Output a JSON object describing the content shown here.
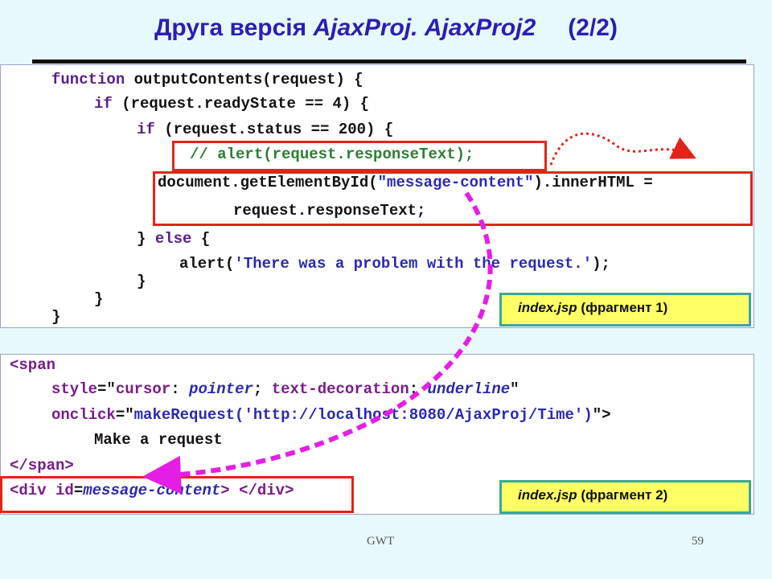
{
  "title": {
    "prefix": "Друга версія",
    "italic1": "AjaxProj.",
    "italic2": "AjaxProj2",
    "suffix": "(2/2)"
  },
  "code1": {
    "line1": {
      "kw": "function",
      "rest": " outputContents(request) {"
    },
    "line2": {
      "kw": "if",
      "rest": " (request.readyState == 4) {"
    },
    "line3": {
      "kw": "if",
      "rest": " (request.status == 200) {"
    },
    "line4": {
      "comment": "// alert(request.responseText);"
    },
    "line5": {
      "pre": "document.getElementById(",
      "str": "\"message-content\"",
      "post": ").innerHTML ="
    },
    "line6": {
      "text": "request.responseText;"
    },
    "line7": {
      "pre": "} ",
      "kw": "else",
      "post": " {"
    },
    "line8": {
      "pre": "alert(",
      "str": "'There was a problem with the request.'",
      "post": ");"
    },
    "line9": "}",
    "line10": "}",
    "line11": "}"
  },
  "label1": {
    "file": "index.jsp",
    "rest": " (фрагмент 1)"
  },
  "code2": {
    "line1": "<span",
    "line2": {
      "attr": "style",
      "eq": "=\"",
      "k1": "cursor",
      "c1": ": ",
      "v1": "pointer",
      "sc": "; ",
      "k2": "text-decoration",
      "c2": ": ",
      "v2": "underline",
      "end": "\""
    },
    "line3": {
      "attr": "onclick",
      "eq": "=\"",
      "val": "makeRequest('http://localhost:8080/AjaxProj/Time')",
      "end": "\">"
    },
    "line4": "Make a request",
    "line5": "</span>",
    "line6": {
      "open": "<div ",
      "attr": "id",
      "eq": "=",
      "val": "message-content",
      "close": "> </div>"
    }
  },
  "label2": {
    "file": "index.jsp",
    "rest": " (фрагмент 2)"
  },
  "footer": {
    "center": "GWT",
    "page": "59"
  },
  "colors": {
    "title": "#2b1fb3",
    "box": "#e2231a",
    "arrow": "#e51ee5",
    "label_bg": "#ffff66",
    "label_border": "#3aa79a"
  }
}
